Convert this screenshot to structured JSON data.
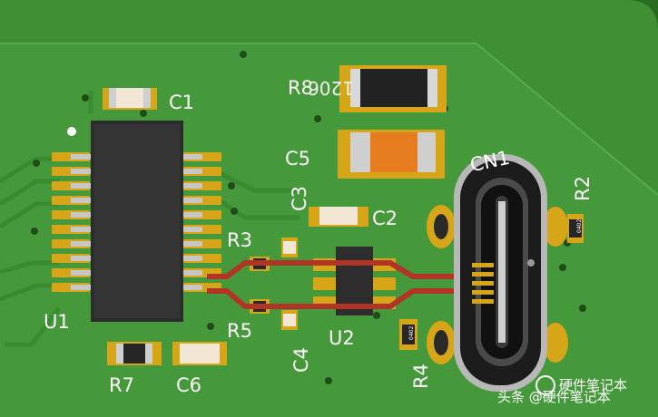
{
  "colors": {
    "board": "#3c8a30",
    "board_edge": "#2e7524",
    "board_fill": "#44963a",
    "pad": "#d6a518",
    "chip": "#2a2a2a",
    "trace": "#c23b2e",
    "cap_orange": "#e57c1f",
    "shell": "#bcbcbc"
  },
  "labels": {
    "c1": "C1",
    "r8": "R8",
    "r8_marking": "1206",
    "c5": "C5",
    "cn1": "CN1",
    "r2": "R2",
    "c3": "C3",
    "c2": "C2",
    "r3": "R3",
    "r5": "R5",
    "u1": "U1",
    "u2": "U2",
    "r7": "R7",
    "c6": "C6",
    "c4": "C4",
    "r4": "R4",
    "r2_marking": "0402",
    "r4_marking": "0402"
  },
  "watermark": {
    "line1": "硬件笔记本",
    "line2": "头条 @硬件笔记本"
  }
}
